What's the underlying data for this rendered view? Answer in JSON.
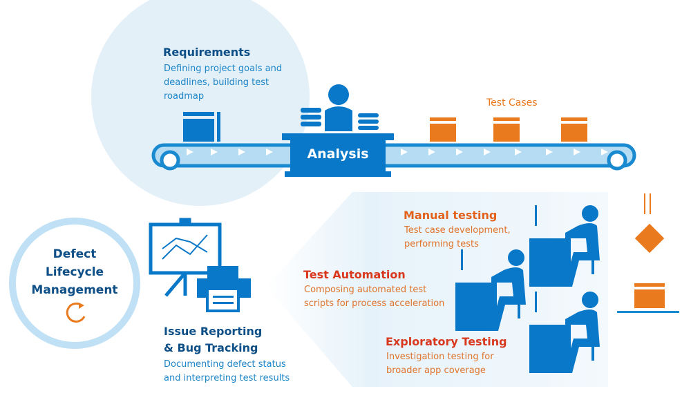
{
  "requirements": {
    "title": "Requirements",
    "desc": [
      "Defining project goals and",
      "deadlines, building  test",
      "roadmap"
    ]
  },
  "analysis": {
    "label": "Analysis"
  },
  "test_cases": {
    "label": "Test Cases"
  },
  "defect": {
    "lines": [
      "Defect",
      "Lifecycle",
      "Management"
    ]
  },
  "issue": {
    "title": [
      "Issue Reporting",
      "& Bug Tracking"
    ],
    "desc": [
      "Documenting defect status",
      "and  interpreting test results"
    ]
  },
  "manual": {
    "title": "Manual testing",
    "desc": [
      "Test case development,",
      "performing tests"
    ]
  },
  "automation": {
    "title": "Test Automation",
    "desc": [
      "Composing automated test",
      "scripts for process acceleration"
    ]
  },
  "exploratory": {
    "title": "Exploratory Testing",
    "desc": [
      "Investigation testing for",
      "broader app coverage"
    ]
  },
  "colors": {
    "blue": "#0a78c8",
    "orange": "#ea7a1e",
    "light": "#e3f0f8"
  }
}
